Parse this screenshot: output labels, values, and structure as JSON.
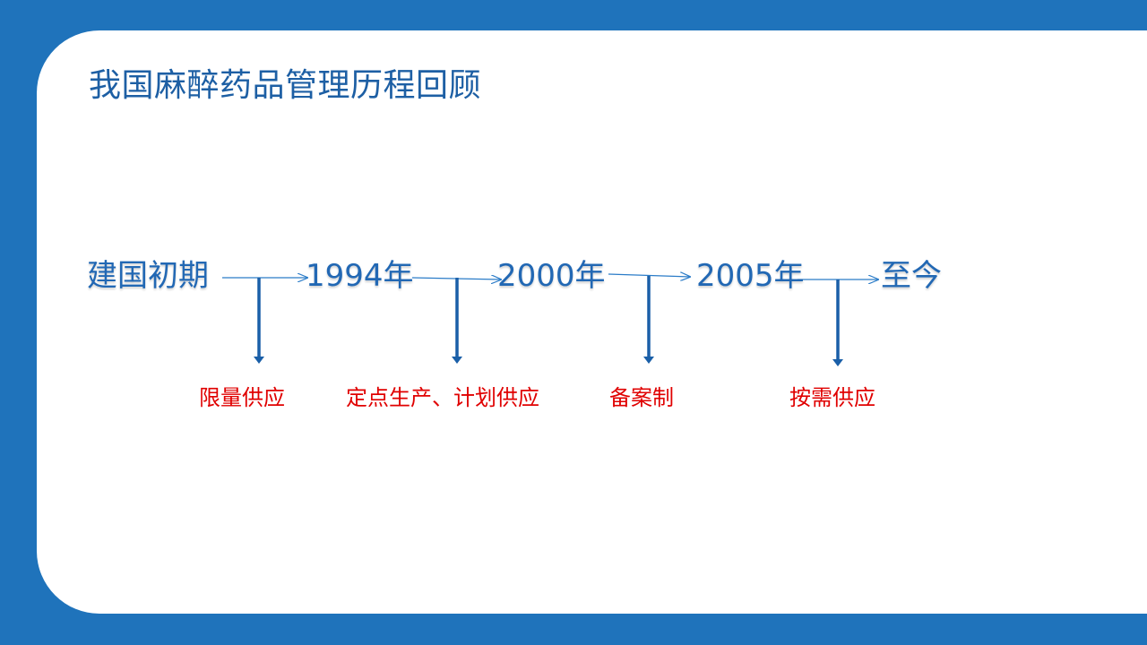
{
  "slide": {
    "title": "我国麻醉药品管理历程回顾",
    "colors": {
      "frame": "#1f73bb",
      "title": "#1d5fa4",
      "timeline_text": "#2268b4",
      "policy_text": "#e00000",
      "arrow": "#2b7cc8"
    }
  },
  "timeline": {
    "nodes": [
      "建国初期",
      "1994年",
      "2000年",
      "2005年",
      "至今"
    ],
    "policies": [
      "限量供应",
      "定点生产、计划供应",
      "备案制",
      "按需供应"
    ]
  }
}
